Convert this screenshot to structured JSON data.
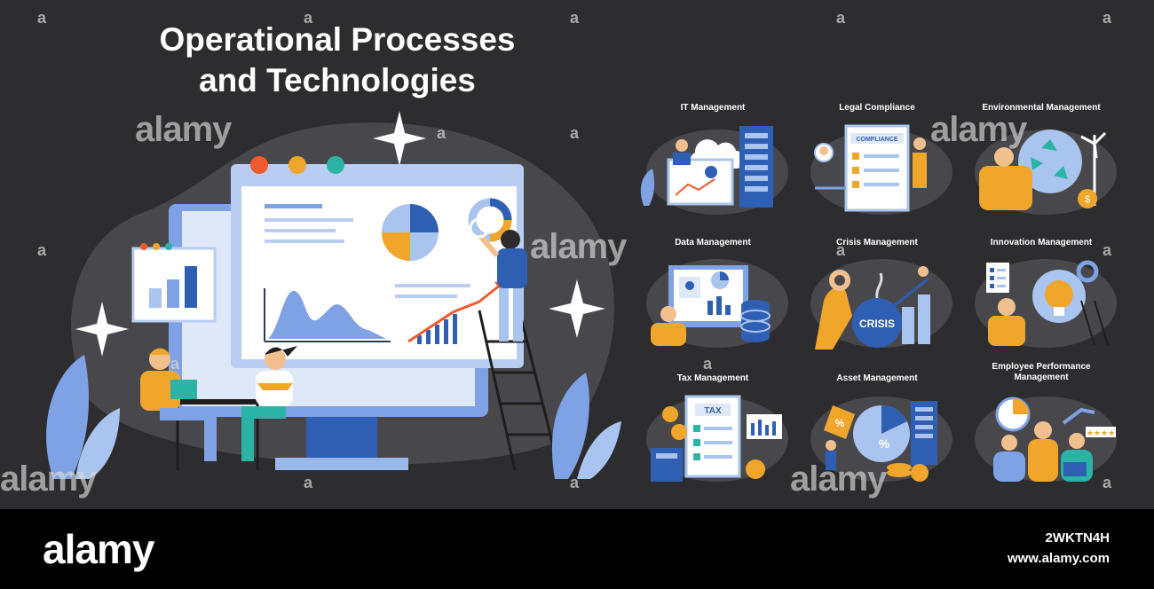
{
  "title": {
    "line1": "Operational Processes",
    "line2": "and Technologies"
  },
  "hero": {
    "chart_badge": "",
    "icons": [
      "sparkle-icon",
      "bar-chart-icon",
      "pie-chart-icon",
      "trend-arrow-icon",
      "magnifier-icon",
      "laptop-icon",
      "leaf-icon"
    ]
  },
  "panels": [
    {
      "label": "IT Management",
      "icon": "cloud-server-icon"
    },
    {
      "label": "Legal Compliance",
      "icon": "compliance-checklist-icon",
      "inner_text": "COMPLIANCE"
    },
    {
      "label": "Environmental Management",
      "icon": "globe-recycle-icon"
    },
    {
      "label": "Data Management",
      "icon": "database-icon"
    },
    {
      "label": "Crisis Management",
      "icon": "crisis-bomb-icon",
      "inner_text": "CRISIS"
    },
    {
      "label": "Innovation Management",
      "icon": "lightbulb-gear-icon"
    },
    {
      "label": "Tax Management",
      "icon": "tax-form-icon",
      "inner_text": "TAX"
    },
    {
      "label": "Asset Management",
      "icon": "percent-pie-icon"
    },
    {
      "label": "Employee Performance Management",
      "label_line1": "Employee Performance",
      "label_line2": "Management",
      "icon": "rating-stars-icon"
    }
  ],
  "watermark": {
    "word": "alamy",
    "letter": "a"
  },
  "footer": {
    "brand": "alamy",
    "image_id": "2WKTN4H",
    "site": "www.alamy.com"
  },
  "colors": {
    "background": "#2d2d2f",
    "blob": "#48484c",
    "accent_blue": "#2f5fb3",
    "light_blue": "#a9c4ee",
    "orange": "#f0a62b",
    "white": "#ffffff",
    "footer": "#000000"
  }
}
